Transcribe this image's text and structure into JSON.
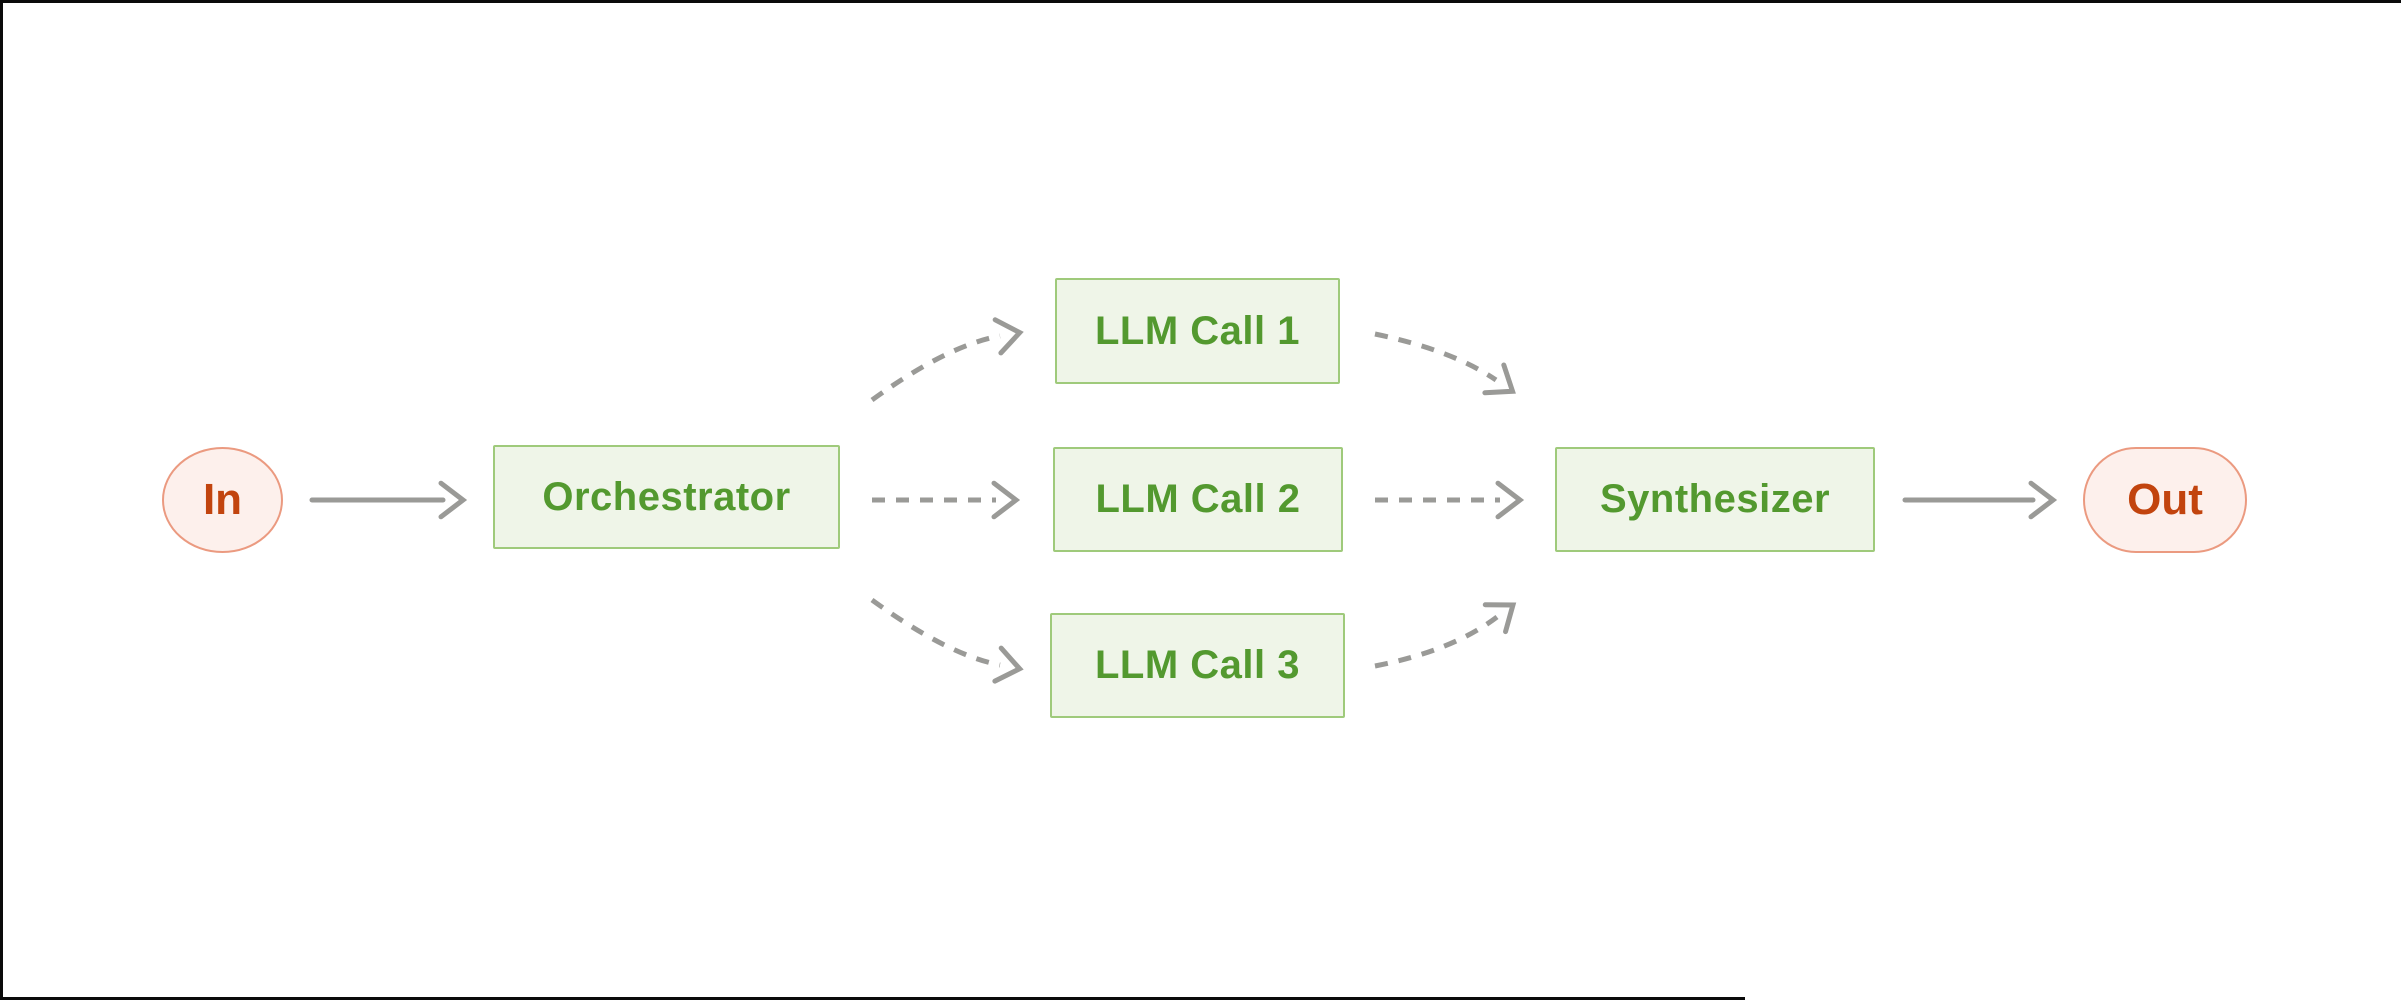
{
  "diagram": {
    "title": "orchestrator-workers-workflow",
    "nodes": {
      "input": {
        "label": "In",
        "shape": "circle",
        "color_role": "pink"
      },
      "orchestrator": {
        "label": "Orchestrator",
        "shape": "rect",
        "color_role": "green"
      },
      "llm_call_1": {
        "label": "LLM Call 1",
        "shape": "rect",
        "color_role": "green"
      },
      "llm_call_2": {
        "label": "LLM Call 2",
        "shape": "rect",
        "color_role": "green"
      },
      "llm_call_3": {
        "label": "LLM Call 3",
        "shape": "rect",
        "color_role": "green"
      },
      "synthesizer": {
        "label": "Synthesizer",
        "shape": "rect",
        "color_role": "green"
      },
      "output": {
        "label": "Out",
        "shape": "pill",
        "color_role": "pink"
      }
    },
    "edges": [
      {
        "from": "In",
        "to": "Orchestrator",
        "style": "solid"
      },
      {
        "from": "Orchestrator",
        "to": "LLM Call 1",
        "style": "dashed"
      },
      {
        "from": "Orchestrator",
        "to": "LLM Call 2",
        "style": "dashed"
      },
      {
        "from": "Orchestrator",
        "to": "LLM Call 3",
        "style": "dashed"
      },
      {
        "from": "LLM Call 1",
        "to": "Synthesizer",
        "style": "dashed"
      },
      {
        "from": "LLM Call 2",
        "to": "Synthesizer",
        "style": "dashed"
      },
      {
        "from": "LLM Call 3",
        "to": "Synthesizer",
        "style": "dashed"
      },
      {
        "from": "Synthesizer",
        "to": "Out",
        "style": "solid"
      }
    ],
    "colors": {
      "background": "#ffffff",
      "node_green_fill": "#eff5e8",
      "node_green_border": "#9fca7b",
      "node_green_text": "#53992f",
      "node_pink_fill": "#fdf0ec",
      "node_pink_border": "#eb9a80",
      "node_pink_text": "#c2440e",
      "arrow_gray": "#9a9a97",
      "frame_border": "#0a0a0a"
    }
  }
}
